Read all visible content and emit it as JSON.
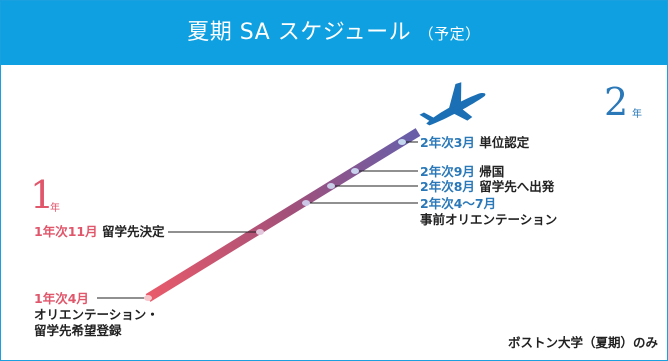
{
  "header": {
    "title": "夏期 SA スケジュール",
    "suffix": "（予定）"
  },
  "year1": {
    "numeral": "1",
    "unit": "年"
  },
  "year2": {
    "numeral": "2",
    "unit": "年"
  },
  "milestones": [
    {
      "date": "1年次4月",
      "text": "",
      "line2": "オリエンテーション・",
      "line3": "留学先希望登録"
    },
    {
      "date": "1年次11月",
      "text": "留学先決定"
    },
    {
      "date": "2年次4〜7月",
      "line2": "事前オリエンテーション"
    },
    {
      "date": "2年次8月",
      "text": "留学先へ出発"
    },
    {
      "date": "2年次9月",
      "text": "帰国"
    },
    {
      "date": "2年次3月",
      "text": "単位認定"
    }
  ],
  "footer_note": "ボストン大学（夏期）のみ",
  "colors": {
    "header": "#0ea0e0",
    "year1": "#e0566b",
    "year2": "#2a78b8",
    "timeline_start": "#e95a6a",
    "timeline_end": "#6b5ca8"
  }
}
